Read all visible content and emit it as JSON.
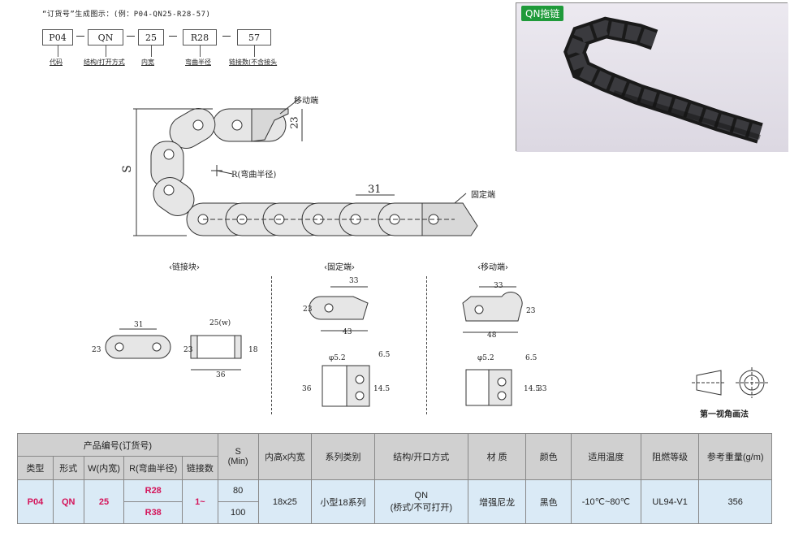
{
  "order_code": {
    "title": "“订货号”生成图示：(例：P04-QN25-R28-57)",
    "boxes": [
      "P04",
      "QN",
      "25",
      "R28",
      "57"
    ],
    "labels": [
      "代码",
      "结构/打开方式",
      "内宽",
      "弯曲半径",
      "链接数(不含接头"
    ]
  },
  "photo": {
    "tag": "QN拖链"
  },
  "main_drawing": {
    "moving_end": "移动端",
    "fixed_end": "固定端",
    "radius": "R(弯曲半径)",
    "s_label": "S",
    "dim_23": "23",
    "dim_31": "31"
  },
  "details": {
    "link_block": {
      "title": "‹链接块›",
      "dim_31": "31",
      "dim_23": "23",
      "dim_25w": "25(w)",
      "dim_23b": "23",
      "dim_18": "18",
      "dim_36": "36"
    },
    "fixed_end": {
      "title": "‹固定端›",
      "dim_33": "33",
      "dim_23": "23",
      "dim_43": "43",
      "dim_phi": "φ5.2",
      "dim_65": "6.5",
      "dim_36": "36",
      "dim_145": "14.5"
    },
    "moving_end": {
      "title": "‹移动端›",
      "dim_33": "33",
      "dim_23": "23",
      "dim_48": "48",
      "dim_phi": "φ5.2",
      "dim_65": "6.5",
      "dim_145": "14.5",
      "dim_33b": "33"
    },
    "projection": "第一视角画法"
  },
  "table": {
    "group_header": "产品编号(订货号)",
    "sub_headers": [
      "类型",
      "形式",
      "W(内宽)",
      "R(弯曲半径)",
      "链接数"
    ],
    "s_header": "S\n(Min)",
    "headers": [
      "内高x内宽",
      "系列类别",
      "结构/开口方式",
      "材  质",
      "颜色",
      "适用温度",
      "阻燃等级",
      "参考重量(g/m)"
    ],
    "row": {
      "type": "P04",
      "form": "QN",
      "width": "25",
      "radii": [
        "R28",
        "R38"
      ],
      "links": "1~",
      "s_values": [
        "80",
        "100"
      ],
      "inner": "18x25",
      "series": "小型18系列",
      "structure_1": "QN",
      "structure_2": "(桥式/不可打开)",
      "material": "增强尼龙",
      "color": "黑色",
      "temperature": "-10℃~80℃",
      "flame": "UL94-V1",
      "weight": "356"
    }
  }
}
